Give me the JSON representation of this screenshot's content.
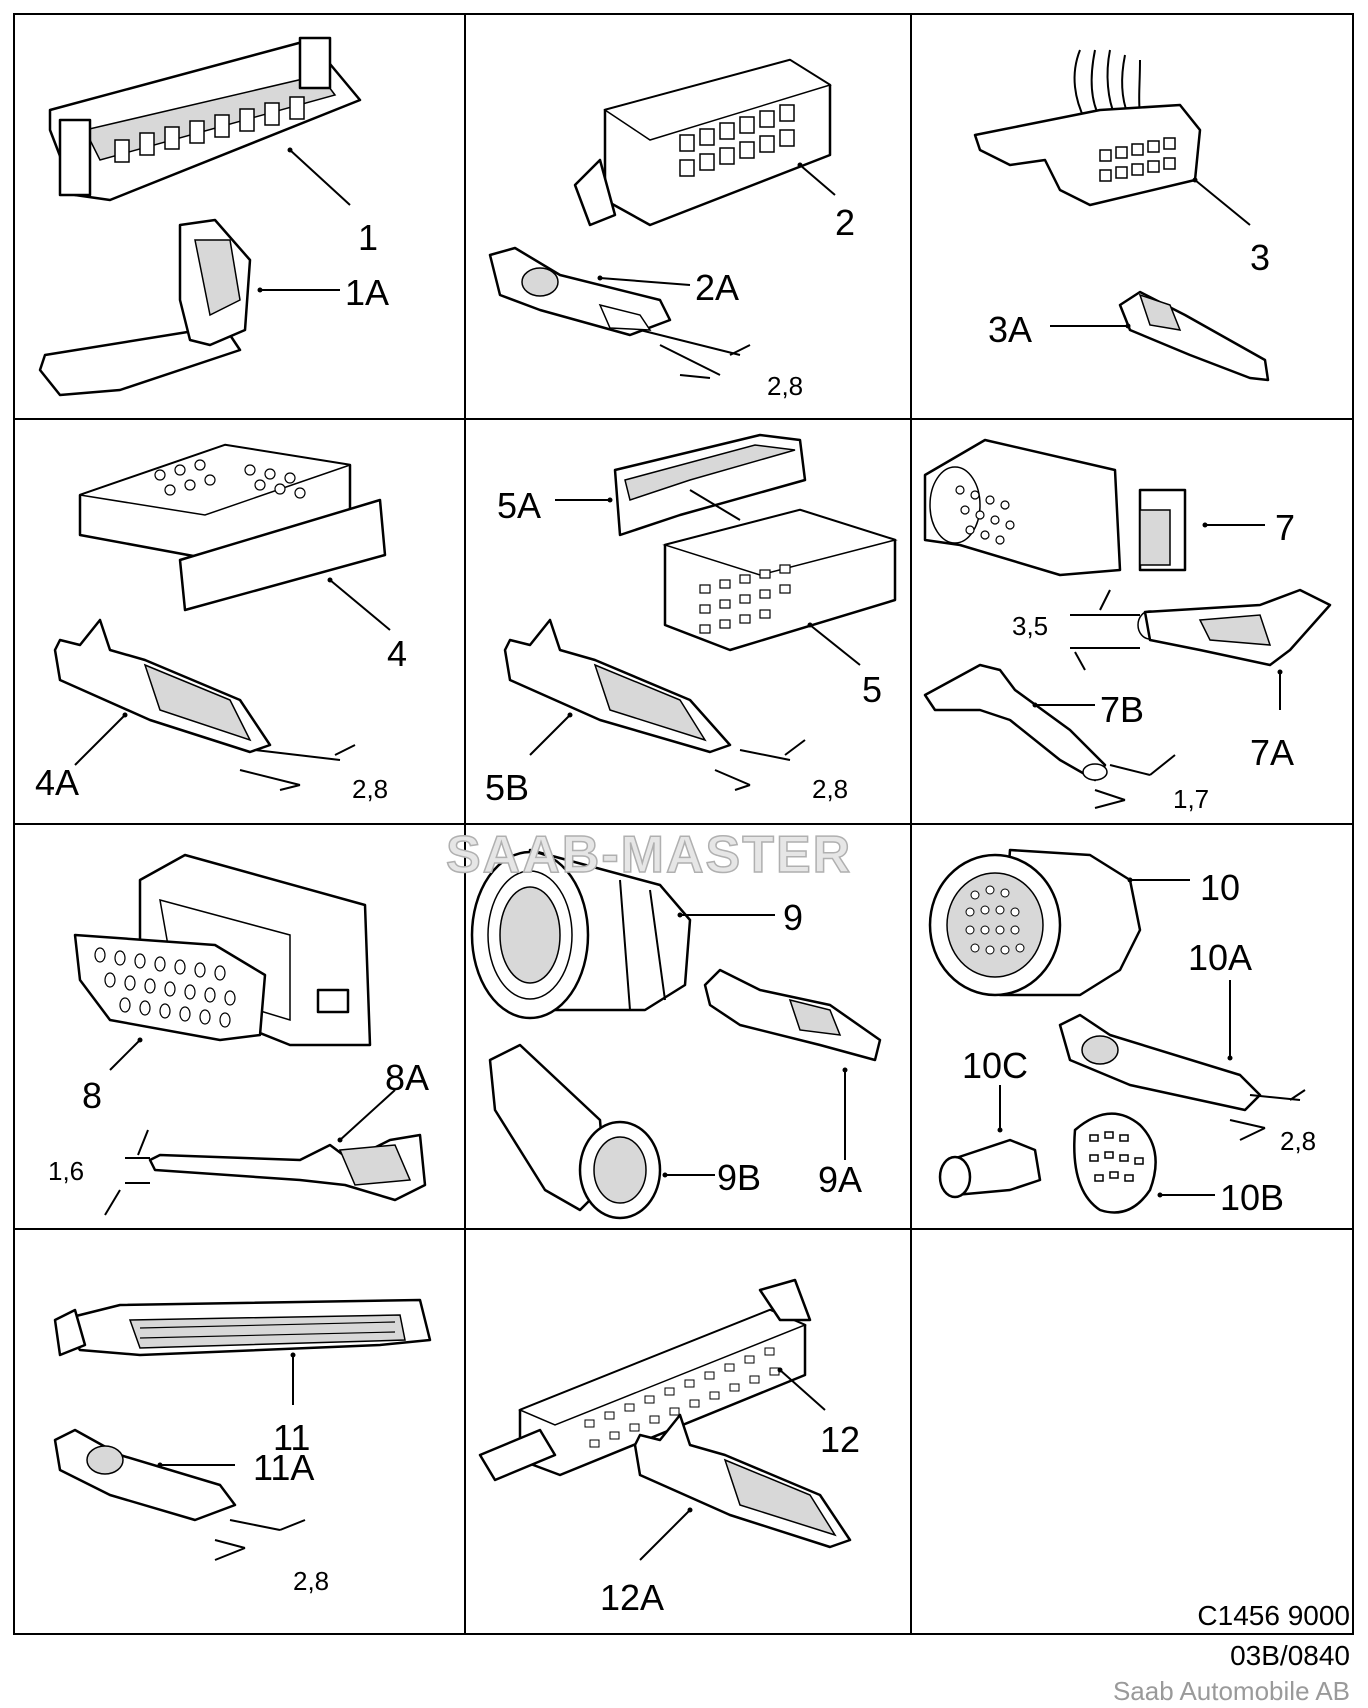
{
  "watermark": "SAAB-MASTER",
  "cells": [
    {
      "id": "1",
      "labels": {
        "main": "1",
        "terminal": "1A"
      }
    },
    {
      "id": "2",
      "labels": {
        "main": "2",
        "terminal": "2A",
        "dim": "2,8"
      }
    },
    {
      "id": "3",
      "labels": {
        "main": "3",
        "terminal": "3A"
      }
    },
    {
      "id": "4",
      "labels": {
        "main": "4",
        "terminal": "4A",
        "dim": "2,8"
      }
    },
    {
      "id": "5",
      "labels": {
        "main": "5",
        "cover": "5A",
        "terminal": "5B",
        "dim": "2,8"
      }
    },
    {
      "id": "7",
      "labels": {
        "main": "7",
        "terminal": "7A",
        "pin": "7B",
        "dim_a": "3,5",
        "dim_b": "1,7"
      }
    },
    {
      "id": "8",
      "labels": {
        "main": "8",
        "terminal": "8A",
        "dim": "1,6"
      }
    },
    {
      "id": "9",
      "labels": {
        "main": "9",
        "terminal": "9A",
        "boot": "9B"
      }
    },
    {
      "id": "10",
      "labels": {
        "main": "10",
        "terminal": "10A",
        "seal": "10B",
        "plug": "10C",
        "dim": "2,8"
      }
    },
    {
      "id": "11",
      "labels": {
        "main": "11",
        "terminal": "11A",
        "dim": "2,8"
      }
    },
    {
      "id": "12",
      "labels": {
        "main": "12",
        "terminal": "12A"
      }
    }
  ],
  "footer": {
    "figure_code": "C1456 9000",
    "revision": "03B/0840",
    "brand": "Saab Automobile AB"
  }
}
